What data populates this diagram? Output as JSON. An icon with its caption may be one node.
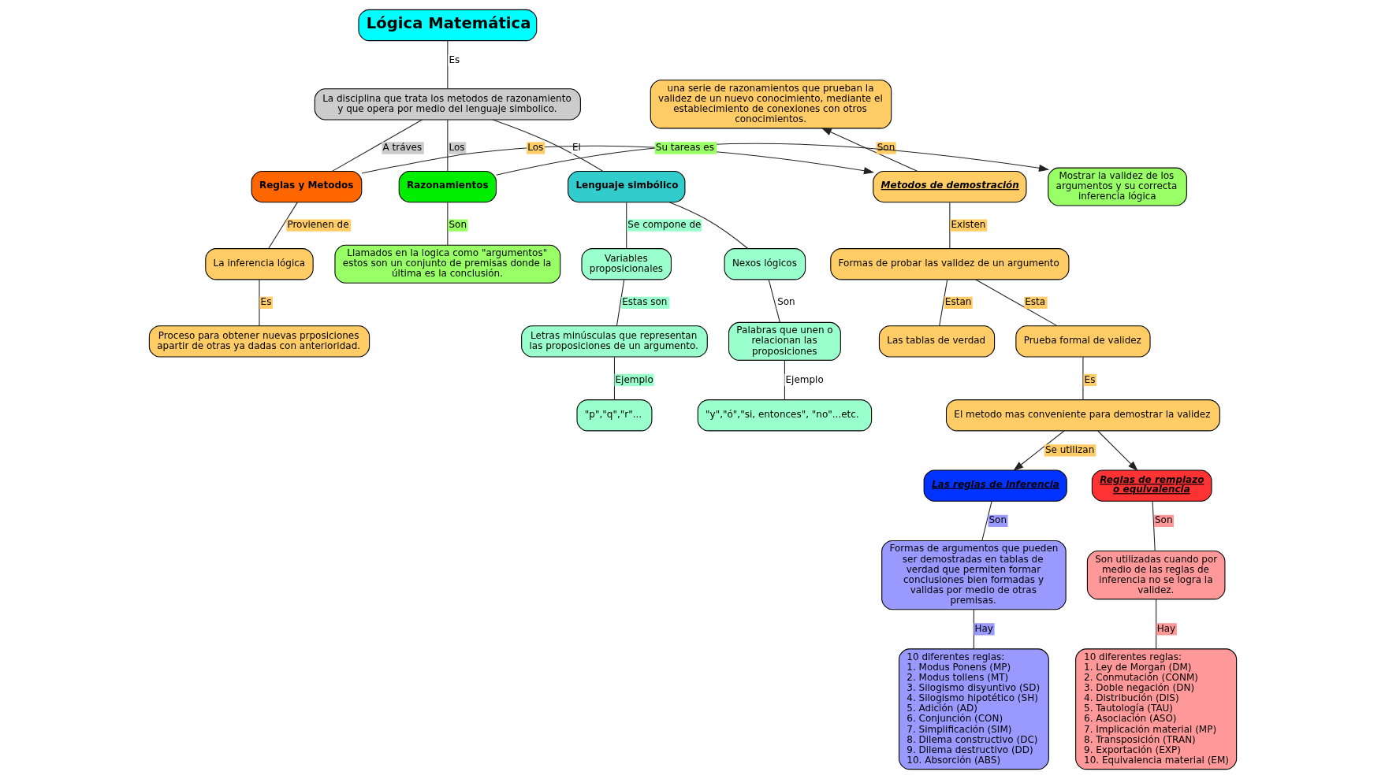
{
  "diagram": {
    "nodes": [
      {
        "text": [
          "Lógica Matemática"
        ]
      },
      {
        "text": [
          "La disciplina que trata los metodos de razonamiento y que opera por medio del lenguaje simbolico."
        ]
      },
      {
        "text": [
          "una serie de razonamientos que prueban la validez de un nuevo conocimiento, mediante el establecimiento de conexiones con otros conocimientos."
        ]
      },
      {
        "text": [
          "Metodos de demostración"
        ]
      },
      {
        "text": [
          "Reglas y Metodos"
        ]
      },
      {
        "text": [
          "Razonamientos"
        ]
      },
      {
        "text": [
          "Mostrar la validez de los argumentos y su correcta inferencia lógica"
        ]
      },
      {
        "text": [
          "Lenguaje simbólico"
        ]
      },
      {
        "text": [
          "Formas de probar las validez de un argumento"
        ]
      },
      {
        "text": [
          "La inferencia lógica"
        ]
      },
      {
        "text": [
          "Llamados en la logica como \"argumentos\" estos son un conjunto de premisas donde la última es la conclusión."
        ]
      },
      {
        "text": [
          "Las tablas de verdad"
        ]
      },
      {
        "text": [
          "Prueba formal de validez"
        ]
      },
      {
        "text": [
          "Variables proposicionales"
        ]
      },
      {
        "text": [
          "Nexos lógicos"
        ]
      },
      {
        "text": [
          "Proceso para obtener nuevas prposiciones apartir de otras ya dadas con anterioridad."
        ]
      },
      {
        "text": [
          "El metodo mas conveniente para demostrar la validez"
        ]
      },
      {
        "text": [
          "Letras minúsculas que representan las proposiciones de un argumento."
        ]
      },
      {
        "text": [
          "Palabras que unen o relacionan las proposiciones"
        ]
      },
      {
        "text": [
          "Las reglas de inferencia"
        ]
      },
      {
        "text": [
          "Reglas de remplazo o equivalencia"
        ]
      },
      {
        "text": [
          "\"p\",\"q\",\"r\"..."
        ]
      },
      {
        "text": [
          "\"y\",\"ó\",\"si, entonces\", \"no\"...etc."
        ]
      },
      {
        "text": [
          "Formas de argumentos que pueden ser demostradas en tablas de verdad que permiten formar conclusiones bien formadas y validas por medio de otras premisas."
        ]
      },
      {
        "text": [
          "Son utilizadas cuando por medio de las reglas de inferencia no se logra la validez."
        ]
      },
      {
        "text": [
          "10 diferentes reglas:",
          "1. Modus Ponens (MP)",
          "2. Modus tollens (MT)",
          "3. Silogismo disyuntivo (SD)",
          "4. Silogismo hipotético (SH)",
          "5. Adición (AD)",
          "6. Conjunción (CON)",
          "7. Simplificación (SIM)",
          "8. Dilema constructivo (DC)",
          "9. Dilema destructivo (DD)",
          "10. Absorción (ABS)"
        ]
      },
      {
        "text": [
          "10 diferentes reglas:",
          "1. Ley de Morgan (DM)",
          "2. Conmutación (CONM)",
          "3. Doble negación (DN)",
          "4. Distribución (DIS)",
          "5. Tautología (TAU)",
          "6. Asociación (ASO)",
          "7. Implicación material (MP)",
          "8. Transposición (TRAN)",
          "9. Exportación (EXP)",
          "10. Equivalencia material (EM)"
        ]
      }
    ],
    "edges": [
      {
        "from": 0,
        "to": 1,
        "label": "Es",
        "arrow": "none"
      },
      {
        "from": 1,
        "to": 4,
        "label": "A tráves",
        "arrow": "none"
      },
      {
        "from": 1,
        "to": 5,
        "label": "Los",
        "arrow": "none"
      },
      {
        "from": 1,
        "to": 7,
        "label": "El",
        "arrow": "none"
      },
      {
        "from": 3,
        "to": 2,
        "label": "Son",
        "arrow": "to"
      },
      {
        "from": 4,
        "to": 3,
        "label": "Los",
        "arrow": "to"
      },
      {
        "from": 4,
        "to": 9,
        "label": "Provienen de",
        "arrow": "none"
      },
      {
        "from": 5,
        "to": 6,
        "label": "Su tareas es",
        "arrow": "to"
      },
      {
        "from": 5,
        "to": 10,
        "label": "Son",
        "arrow": "none"
      },
      {
        "from": 3,
        "to": 8,
        "label": "Existen",
        "arrow": "none"
      },
      {
        "from": 7,
        "to": 13,
        "label": "Se compone de",
        "arrow": "none"
      },
      {
        "from": 7,
        "to": 14,
        "arrow": "none"
      },
      {
        "from": 8,
        "to": 11,
        "label": "Estan",
        "arrow": "none"
      },
      {
        "from": 8,
        "to": 12,
        "label": "Esta",
        "arrow": "none"
      },
      {
        "from": 9,
        "to": 15,
        "label": "Es",
        "arrow": "none"
      },
      {
        "from": 12,
        "to": 16,
        "label": "Es",
        "arrow": "none"
      },
      {
        "from": 13,
        "to": 17,
        "label": "Estas son",
        "arrow": "none"
      },
      {
        "from": 14,
        "to": 18,
        "label": "Son",
        "arrow": "none"
      },
      {
        "from": 17,
        "to": 21,
        "label": "Ejemplo",
        "arrow": "none"
      },
      {
        "from": 18,
        "to": 22,
        "label": "Ejemplo",
        "arrow": "none"
      },
      {
        "from": 16,
        "to": 19,
        "label": "Se utilizan",
        "arrow": "to"
      },
      {
        "from": 16,
        "to": 20,
        "arrow": "to"
      },
      {
        "from": 19,
        "to": 23,
        "label": "Son",
        "arrow": "none"
      },
      {
        "from": 20,
        "to": 24,
        "label": "Son",
        "arrow": "none"
      },
      {
        "from": 23,
        "to": 25,
        "label": "Hay",
        "arrow": "none"
      },
      {
        "from": 24,
        "to": 26,
        "label": "Hay",
        "arrow": "none"
      }
    ]
  }
}
